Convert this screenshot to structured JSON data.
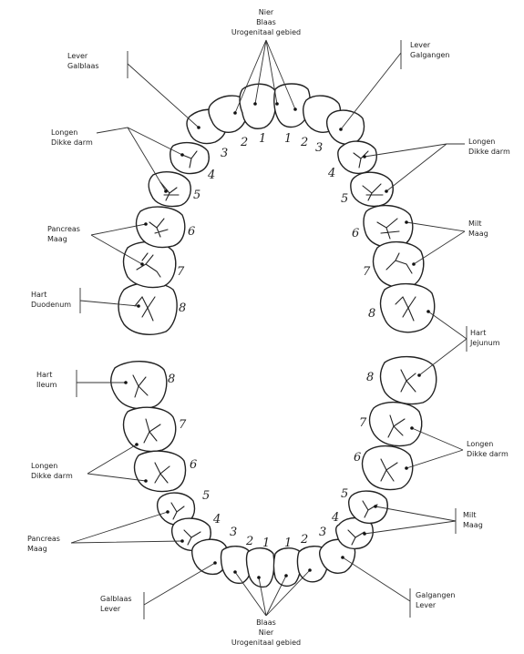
{
  "upper": {
    "center": [
      "Nier",
      "Blaas",
      "Urogenitaal gebied"
    ],
    "left": [
      [
        "Lever",
        "Galblaas"
      ],
      [
        "Longen",
        "Dikke darm"
      ],
      [
        "Pancreas",
        "Maag"
      ],
      [
        "Hart",
        "Duodenum"
      ]
    ],
    "right": [
      [
        "Lever",
        "Galgangen"
      ],
      [
        "Longen",
        "Dikke darm"
      ],
      [
        "Milt",
        "Maag"
      ],
      [
        "Hart",
        "Jejunum"
      ]
    ]
  },
  "lower": {
    "center": [
      "Blaas",
      "Nier",
      "Urogenitaal gebied"
    ],
    "left": [
      [
        "Hart",
        "Ileum"
      ],
      [
        "Longen",
        "Dikke darm"
      ],
      [
        "Pancreas",
        "Maag"
      ],
      [
        "Galblaas",
        "Lever"
      ]
    ],
    "right": [
      [
        "Longen",
        "Dikke darm"
      ],
      [
        "Milt",
        "Maag"
      ],
      [
        "Galgangen",
        "Lever"
      ]
    ]
  },
  "tooth_numbers": {
    "upper_left": [
      "8",
      "7",
      "6",
      "5",
      "4",
      "3",
      "2",
      "1"
    ],
    "upper_right": [
      "1",
      "2",
      "3",
      "4",
      "5",
      "6",
      "7",
      "8"
    ],
    "lower_left": [
      "8",
      "7",
      "6",
      "5",
      "4",
      "3",
      "2",
      "1"
    ],
    "lower_right": [
      "1",
      "2",
      "3",
      "4",
      "5",
      "6",
      "7",
      "8"
    ]
  }
}
